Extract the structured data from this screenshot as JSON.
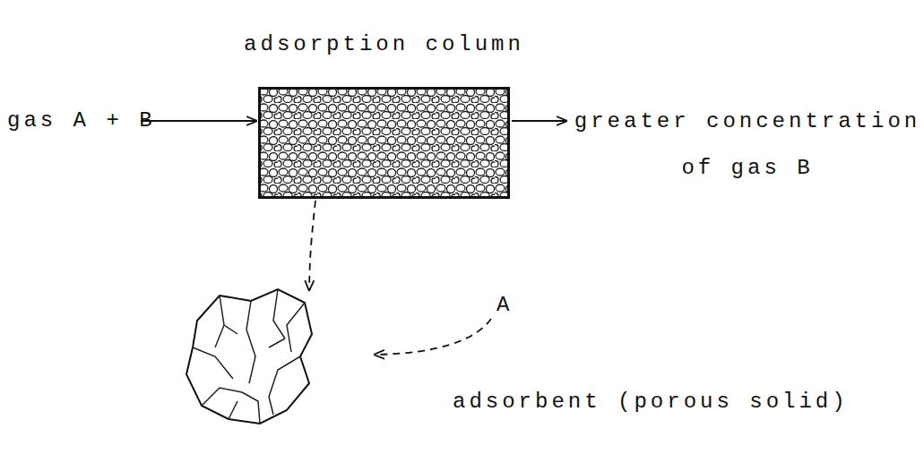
{
  "diagram": {
    "nodes": [
      {
        "text": [
          "adsorption column"
        ]
      },
      {
        "text": [
          "adsorbent (porous solid)"
        ]
      }
    ],
    "edges": [
      {
        "from": 0,
        "to": 1,
        "arrow": "to"
      }
    ],
    "labels": [
      "gas A + B",
      "greater concentration of gas B",
      "A"
    ]
  }
}
